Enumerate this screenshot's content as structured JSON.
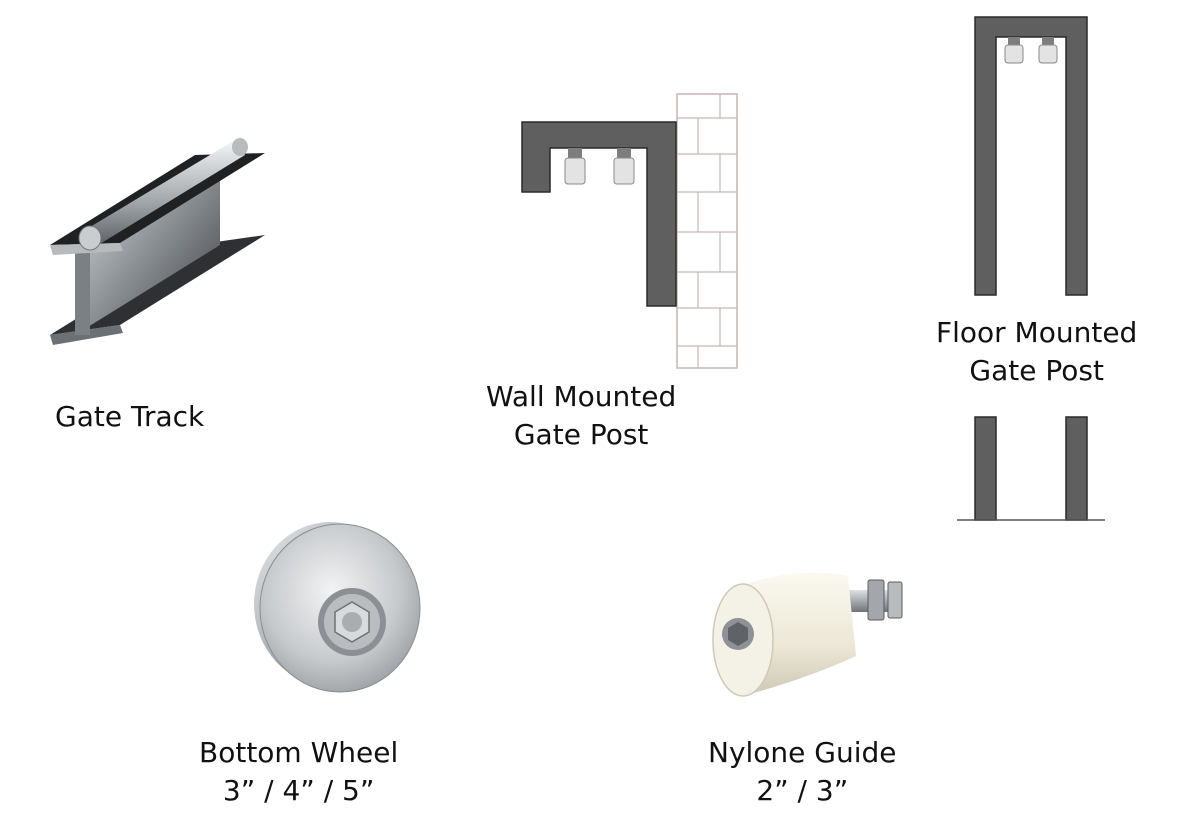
{
  "items": {
    "gate_track": {
      "line1": "Gate Track"
    },
    "wall_post": {
      "line1": "Wall Mounted",
      "line2": "Gate Post"
    },
    "floor_post": {
      "line1": "Floor Mounted",
      "line2": "Gate Post"
    },
    "bottom_wheel": {
      "line1": "Bottom Wheel",
      "line2": "3” / 4” / 5”"
    },
    "nylon_guide": {
      "line1": "Nylone Guide",
      "line2": "2” / 3”"
    }
  },
  "colors": {
    "post": "#5f5f5f",
    "post_edge": "#2a2a2a",
    "brick_line": "#c8b4b4",
    "steel_light": "#d9dde0",
    "steel_dark": "#3a3d40",
    "nylon": "#f1ede0"
  },
  "icons": [
    "gate-track-illustration",
    "wall-post-diagram",
    "floor-post-diagram",
    "bottom-wheel-illustration",
    "nylon-guide-illustration"
  ]
}
